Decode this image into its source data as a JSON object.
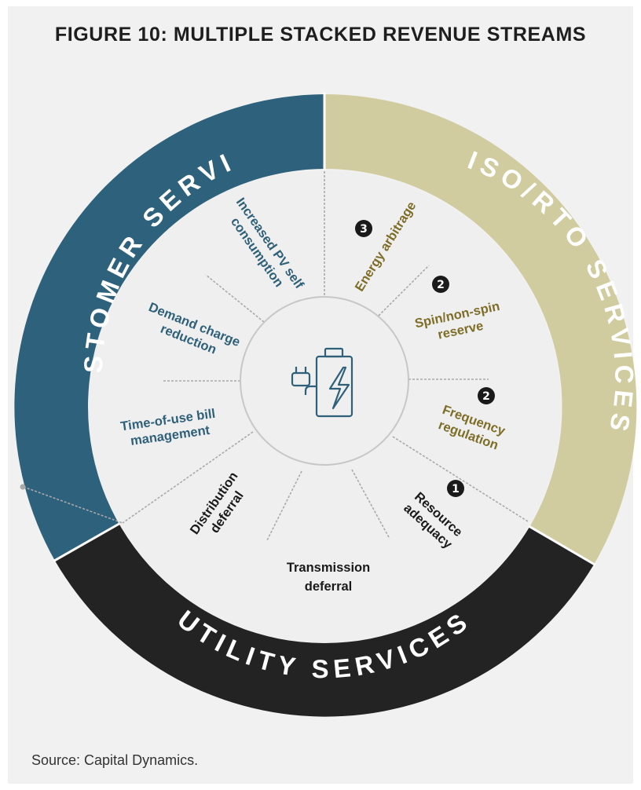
{
  "title": "FIGURE 10: MULTIPLE STACKED REVENUE STREAMS",
  "source": "Source: Capital Dynamics.",
  "colors": {
    "customer": "#2e617c",
    "iso_rto": "#d1cc9f",
    "utility": "#232323",
    "inner_circle": "#efefef",
    "icon": "#2f607a"
  },
  "center_icon": "battery-plug-icon",
  "segments": {
    "customer": "CUSTOMER SERVICE",
    "iso_rto": "ISO/RTO SERVICES",
    "utility": "UTILITY SERVICES"
  },
  "services": {
    "pv_self": [
      "Increased PV self",
      "consumption"
    ],
    "demand_charge": [
      "Demand charge",
      "reduction"
    ],
    "time_of_use": [
      "Time-of-use bill",
      "management"
    ],
    "distribution": [
      "Distribution",
      "deferral"
    ],
    "transmission": [
      "Transmission",
      "deferral"
    ],
    "resource": [
      "Resource",
      "adequacy"
    ],
    "frequency": [
      "Frequency",
      "regulation"
    ],
    "spin": [
      "Spin/non-spin",
      "reserve"
    ],
    "energy": [
      "Energy arbitrage"
    ]
  },
  "badges": {
    "energy": "3",
    "spin": "2",
    "frequency": "2",
    "resource": "1"
  }
}
